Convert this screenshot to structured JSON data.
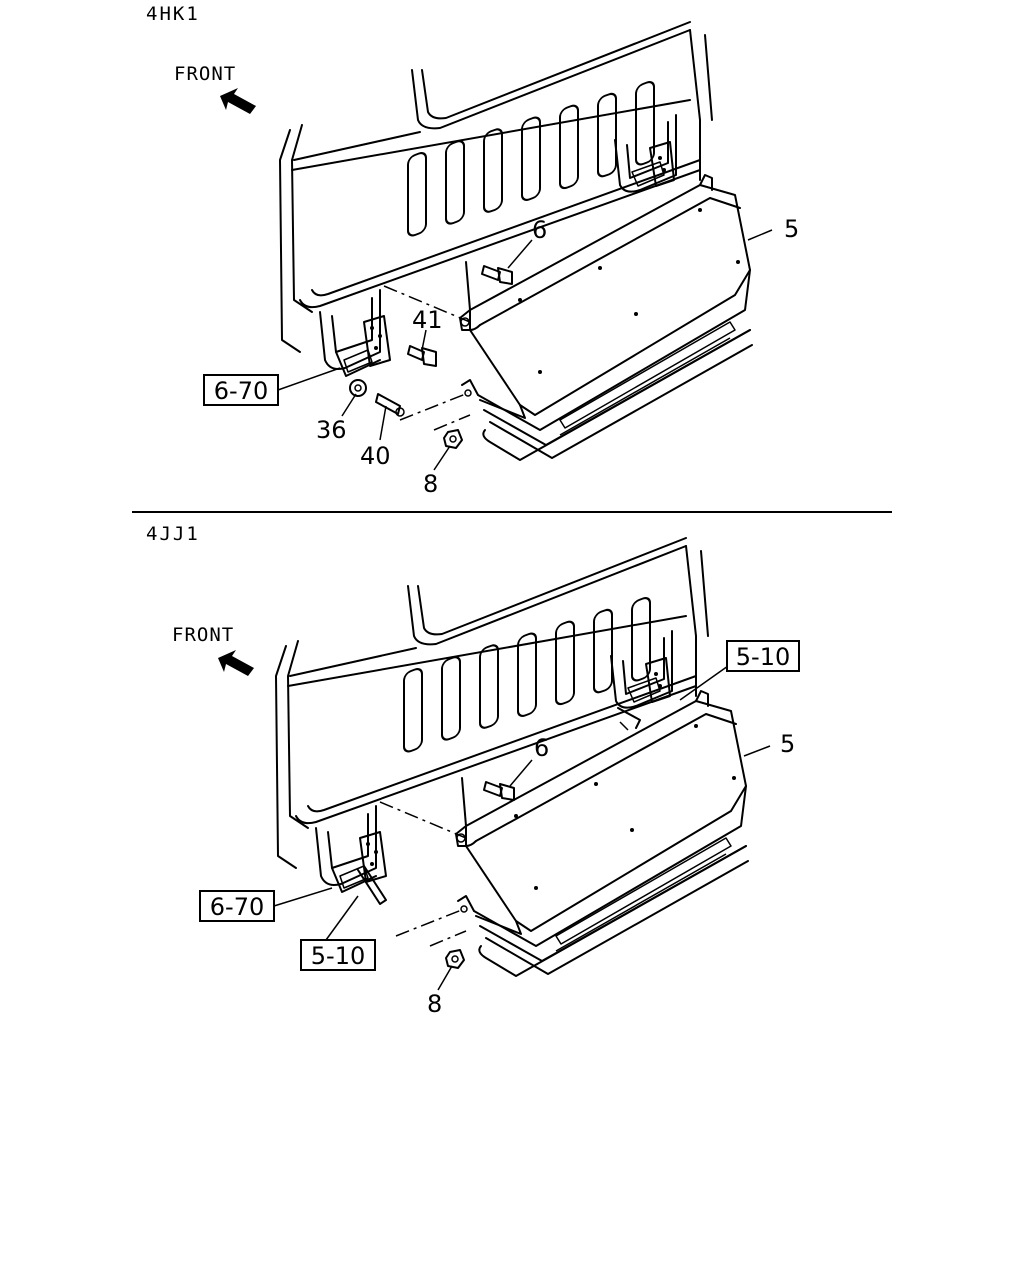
{
  "sections": [
    {
      "engine": "4HK1",
      "front_label": "FRONT",
      "callouts": {
        "c5": "5",
        "c6": "6",
        "c41": "41",
        "c36": "36",
        "c40": "40",
        "c8": "8"
      },
      "refs": {
        "r670": "6-70"
      }
    },
    {
      "engine": "4JJ1",
      "front_label": "FRONT",
      "callouts": {
        "c5": "5",
        "c6": "6",
        "c8": "8"
      },
      "refs": {
        "r670": "6-70",
        "r510a": "5-10",
        "r510b": "5-10"
      }
    }
  ]
}
